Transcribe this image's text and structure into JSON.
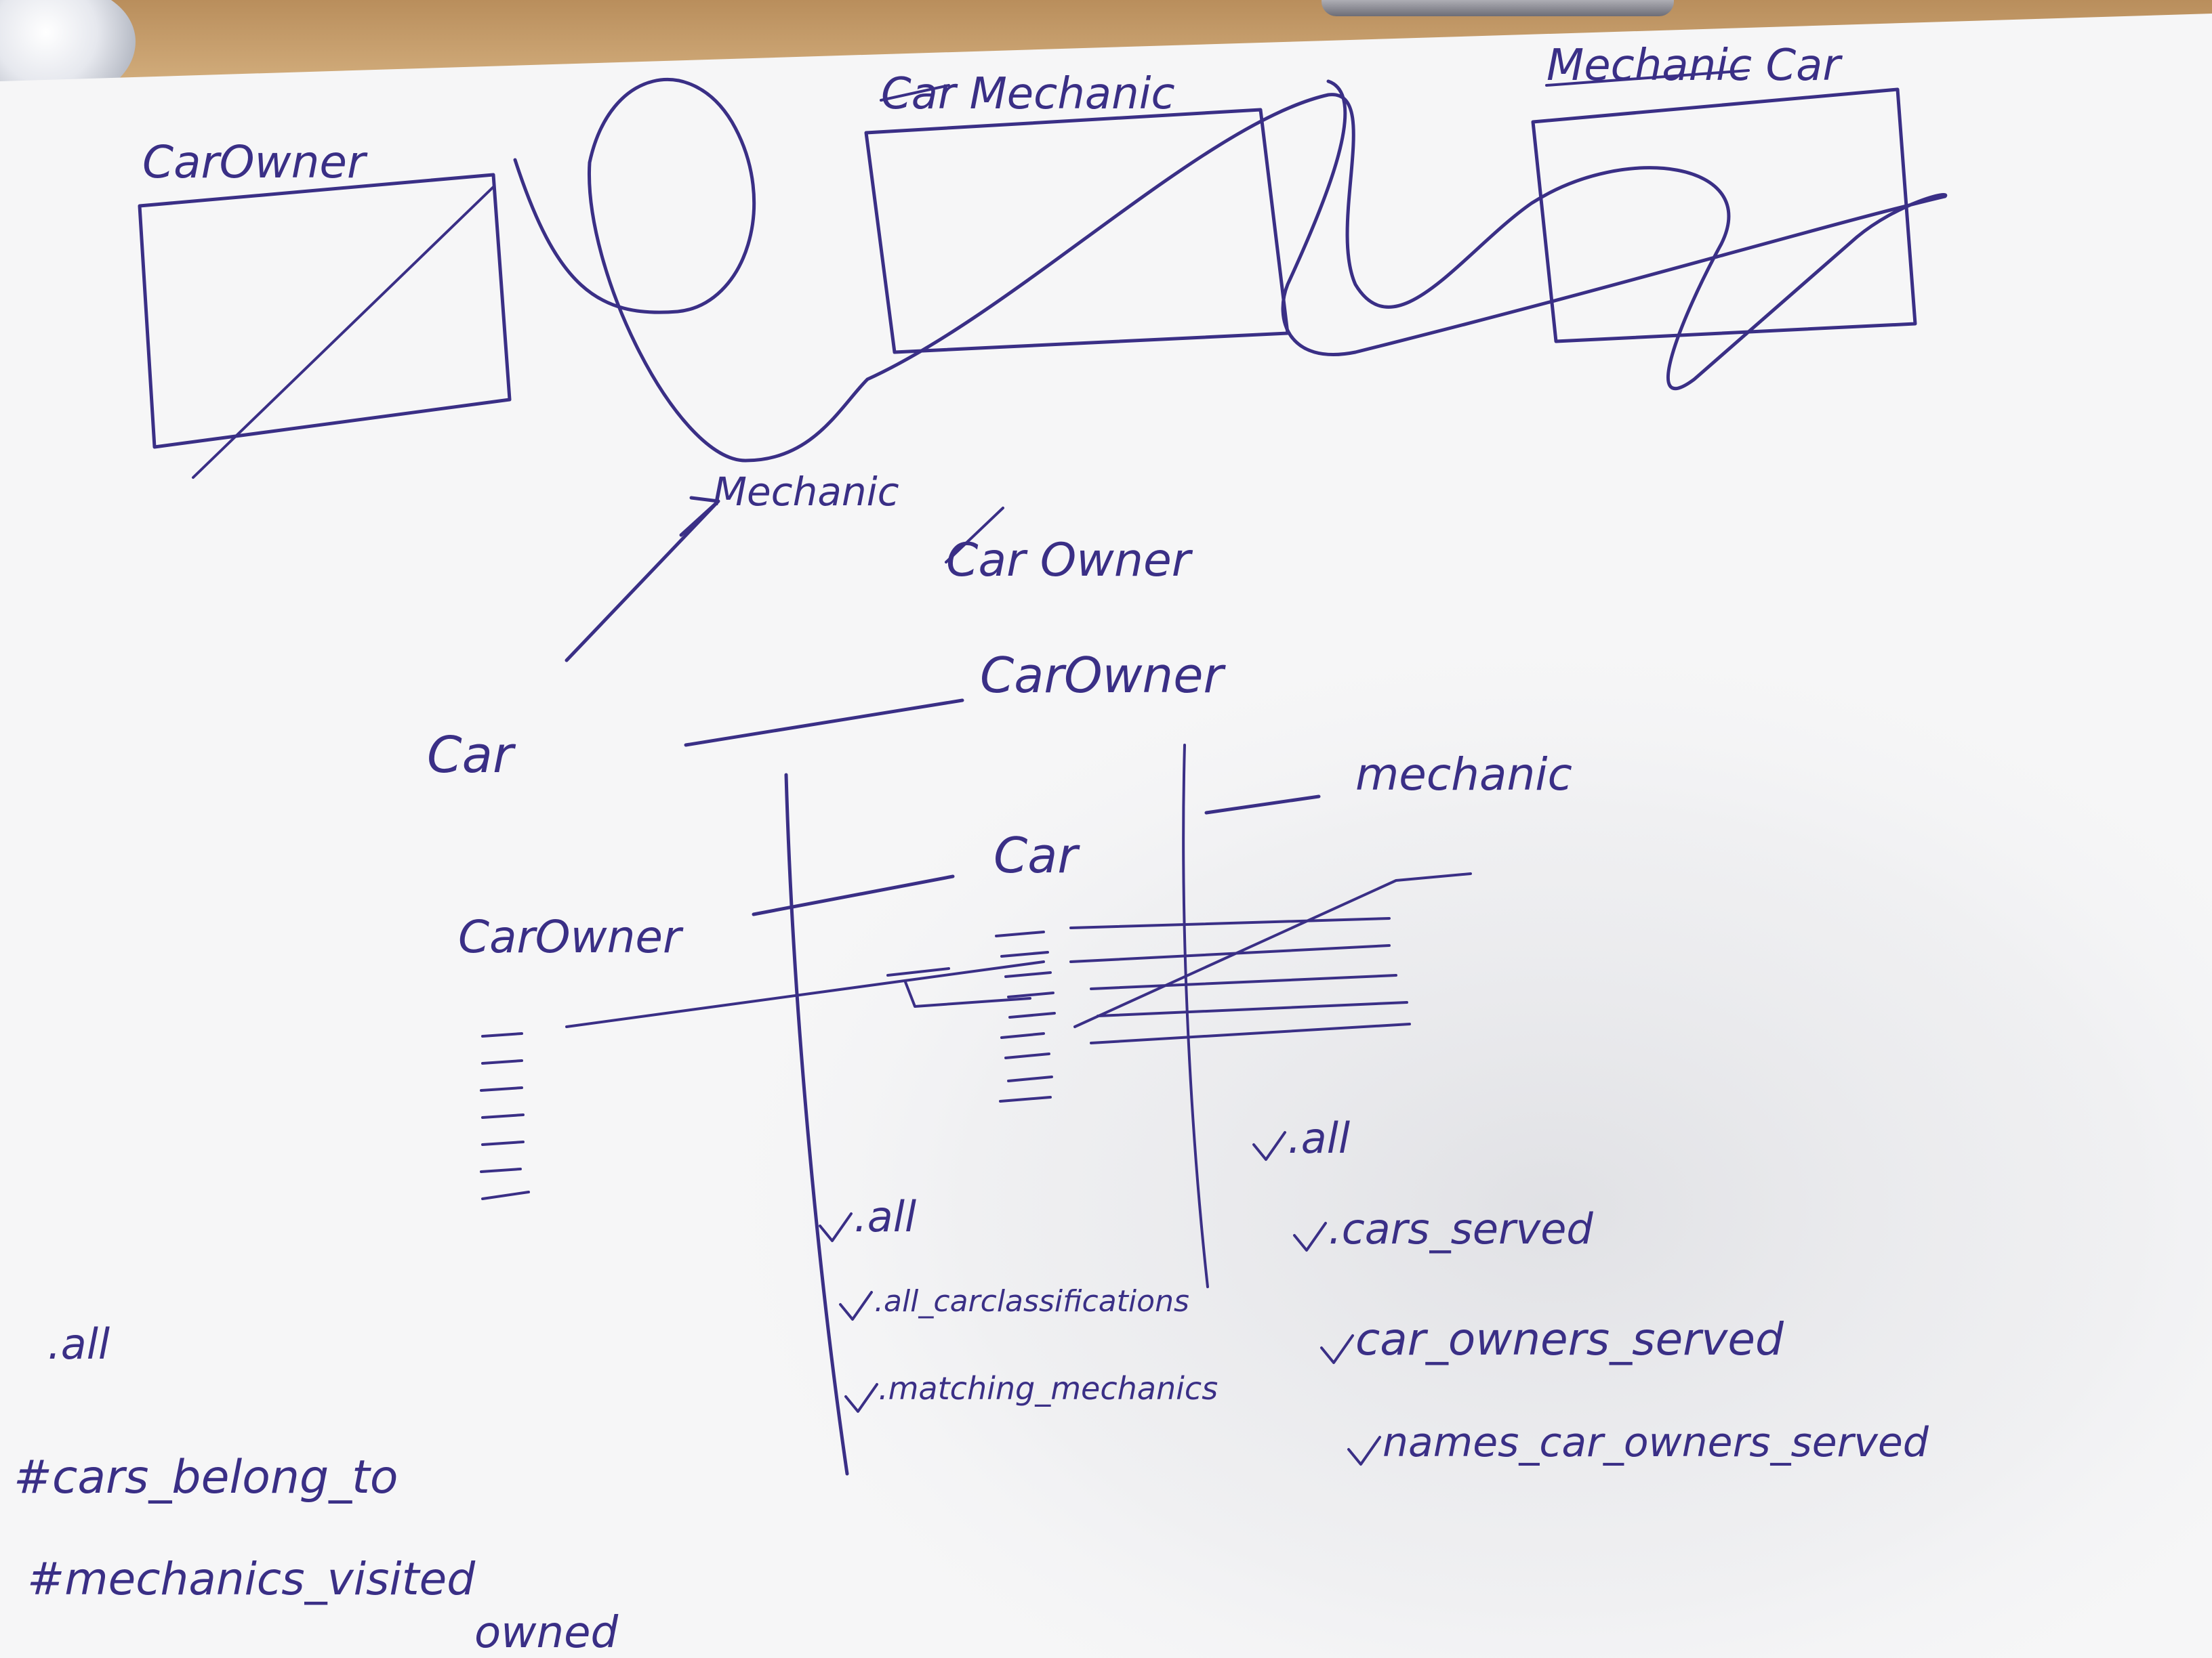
{
  "colors": {
    "ink": "#3a2f86",
    "paper": "#f7f7f8",
    "table": "#c9a77c"
  },
  "top_boxes": {
    "car_owner": "CarOwner",
    "car_mechanic": "Car Mechanic",
    "mechanic_car": "Mechanic Car"
  },
  "middle": {
    "mechanic": "Mechanic",
    "car_owner_struck": "Car Owner",
    "car_owner": "CarOwner",
    "car": "Car"
  },
  "columns": {
    "carowner": "CarOwner",
    "car": "Car",
    "mechanic": "mechanic"
  },
  "methods": {
    "mechanic": [
      ".all",
      ".cars_served",
      "car_owners_served",
      "names_car_owners_served"
    ],
    "car": [
      ".all",
      ".all_carclassifications",
      ".matching_mechanics"
    ],
    "carowner": [
      ".all",
      "#cars_belong_to",
      "#mechanics_visited",
      "owned"
    ]
  }
}
